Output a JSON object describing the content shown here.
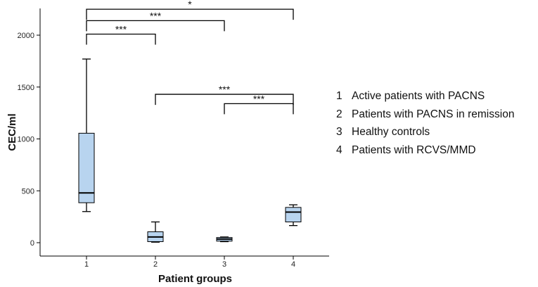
{
  "chart_data": {
    "type": "box",
    "xlabel": "Patient groups",
    "ylabel": "CEC/ml",
    "categories": [
      "1",
      "2",
      "3",
      "4"
    ],
    "ylim": [
      -70,
      2250
    ],
    "yticks": [
      0,
      500,
      1000,
      1500,
      2000
    ],
    "grid": false,
    "boxes": [
      {
        "category": "1",
        "whisker_low": 300,
        "q1": 385,
        "median": 480,
        "q3": 1055,
        "whisker_high": 1770
      },
      {
        "category": "2",
        "whisker_low": 5,
        "q1": 10,
        "median": 55,
        "q3": 105,
        "whisker_high": 200
      },
      {
        "category": "3",
        "whisker_low": 10,
        "q1": 15,
        "median": 35,
        "q3": 50,
        "whisker_high": 55
      },
      {
        "category": "4",
        "whisker_low": 165,
        "q1": 200,
        "median": 295,
        "q3": 340,
        "whisker_high": 365
      }
    ],
    "significance": [
      {
        "from": "1",
        "to": "4",
        "y": 2250,
        "label": "*"
      },
      {
        "from": "1",
        "to": "3",
        "y": 2140,
        "label": "***"
      },
      {
        "from": "1",
        "to": "2",
        "y": 2010,
        "label": "***"
      },
      {
        "from": "2",
        "to": "4",
        "y": 1430,
        "label": "***"
      },
      {
        "from": "3",
        "to": "4",
        "y": 1340,
        "label": "***"
      }
    ],
    "legend": {
      "placement": "right",
      "items": [
        {
          "num": "1",
          "label": "Active patients with PACNS"
        },
        {
          "num": "2",
          "label": "Patients with PACNS in remission"
        },
        {
          "num": "3",
          "label": "Healthy controls"
        },
        {
          "num": "4",
          "label": "Patients with RCVS/MMD"
        }
      ]
    },
    "colors": {
      "box_fill": "#b8d4ef",
      "stroke": "#000000"
    }
  }
}
